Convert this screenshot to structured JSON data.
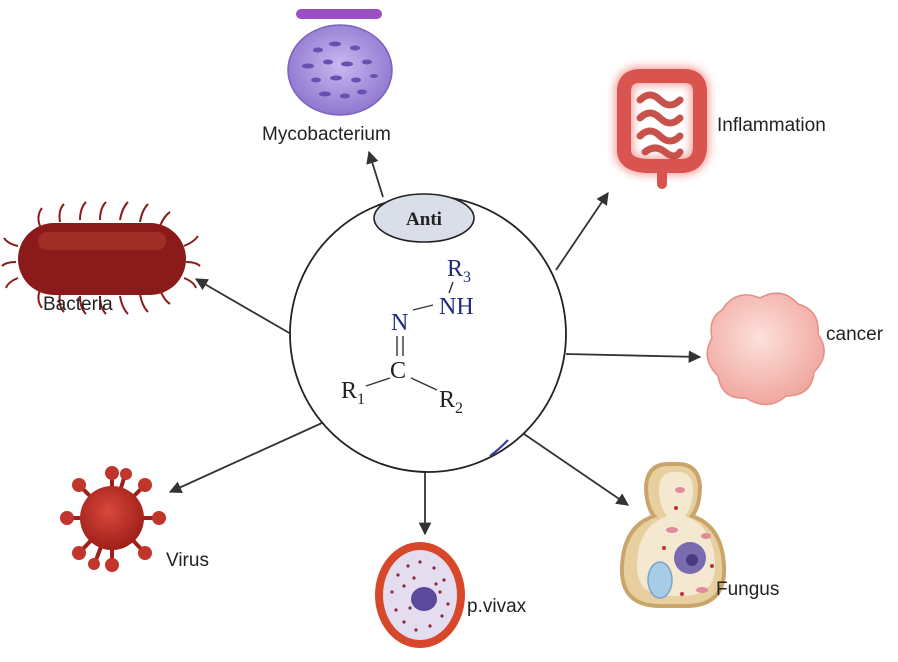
{
  "center": {
    "badge": "Anti",
    "atoms": {
      "r3": "R",
      "r3_sub": "3",
      "n": "N",
      "nh": "NH",
      "c": "C",
      "r1": "R",
      "r1_sub": "1",
      "r2": "R",
      "r2_sub": "2",
      "double_bond": "="
    }
  },
  "targets": {
    "mycobacterium": "Mycobacterium",
    "inflammation": "Inflammation",
    "bacteria": "Bacteria",
    "cancer": "cancer",
    "virus": "Virus",
    "pvivax": "p.vivax",
    "fungus": "Fungus"
  },
  "colors": {
    "arrow": "#333333",
    "circle_stroke": "#222222",
    "badge_fill": "#d9dee8",
    "hydrazone_blue": "#1f2d7a",
    "bacteria": "#8b1a1a",
    "virus": "#b02a24",
    "mycobacterium": "#9b86d6",
    "inflammation": "#d9534f",
    "cancer": "#f4b6b0",
    "pvivax_ring": "#d9472b",
    "fungus": "#e8cfa0"
  }
}
